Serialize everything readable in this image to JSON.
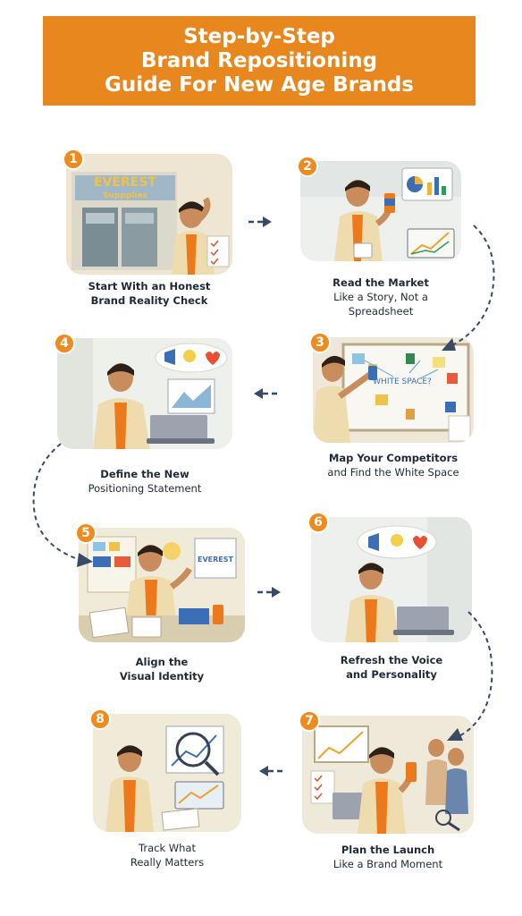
{
  "header": {
    "line1": "Step-by-Step",
    "line2": "Brand Repositioning",
    "line3": "Guide For New Age Brands"
  },
  "steps": [
    {
      "number": "1",
      "line1": "Start With an Honest",
      "line2": "Brand Reality Check",
      "sign_top": "EVEREST",
      "sign_bottom": "Suppplies"
    },
    {
      "number": "2",
      "line1": "Read the Market",
      "line2": "Like a Story, Not a Spreadsheet"
    },
    {
      "number": "3",
      "line1": "Map Your Competitors",
      "line2": "and Find the White Space",
      "board_text": "WHITE SPACE?"
    },
    {
      "number": "4",
      "line1": "Define the New",
      "line2": "Positioning Statement"
    },
    {
      "number": "5",
      "line1": "Align the",
      "line2": "Visual Identity",
      "brand_text": "EVEREST"
    },
    {
      "number": "6",
      "line1": "Refresh the Voice",
      "line2": "and Personality"
    },
    {
      "number": "7",
      "line1": "Plan the Launch",
      "line2": "Like a Brand Moment"
    },
    {
      "number": "8",
      "line1": "Track What",
      "line2": "Really Matters"
    }
  ],
  "colors": {
    "accent": "#e8871e",
    "arrow": "#3b4a63",
    "jacket": "#efdcae",
    "shirt": "#ec7a1c",
    "skin": "#c98c5c",
    "hair": "#2b2118"
  }
}
